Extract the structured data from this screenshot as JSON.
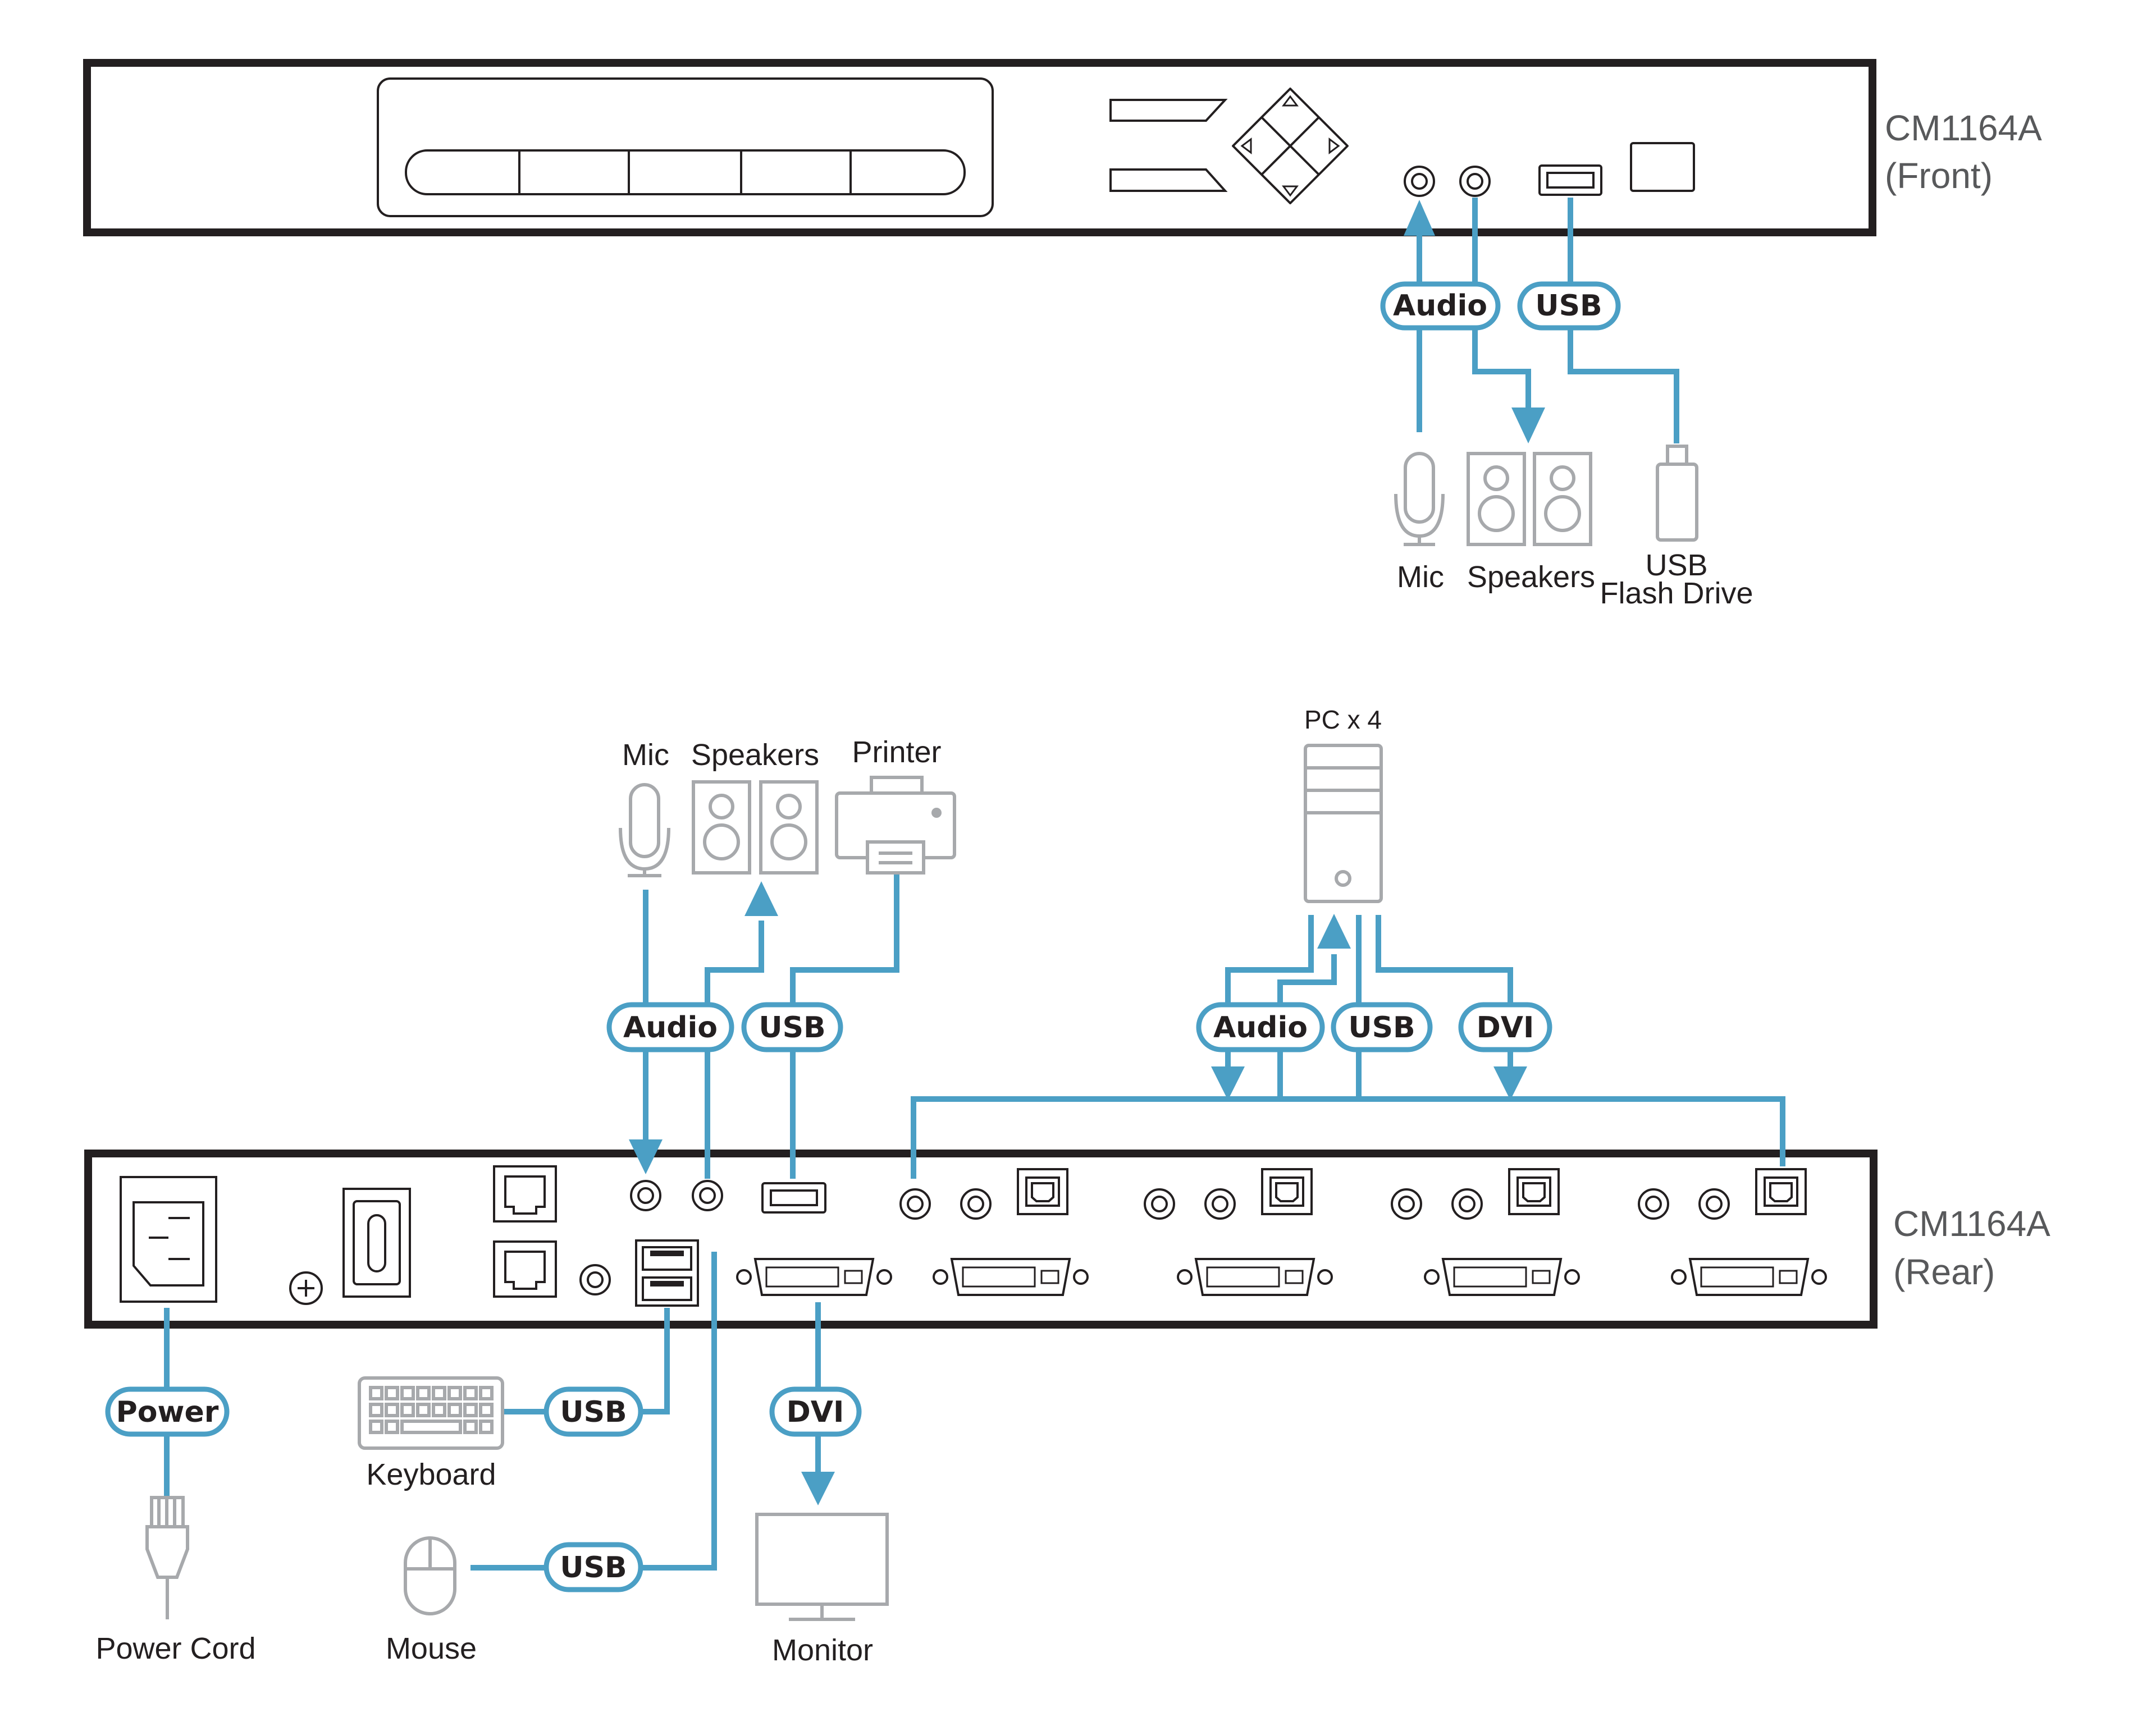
{
  "front_unit": {
    "model": "CM1164A",
    "view": "(Front)"
  },
  "rear_unit": {
    "model": "CM1164A",
    "view": "(Rear)"
  },
  "front_devices": {
    "mic": "Mic",
    "speakers": "Speakers",
    "flash_drive_line1": "USB",
    "flash_drive_line2": "Flash Drive"
  },
  "rear_devices": {
    "mic": "Mic",
    "speakers": "Speakers",
    "printer": "Printer",
    "pc": "PC x 4",
    "keyboard": "Keyboard",
    "mouse": "Mouse",
    "monitor": "Monitor",
    "power_cord": "Power Cord"
  },
  "cables": {
    "front_audio": "Audio",
    "front_usb": "USB",
    "rear_audio": "Audio",
    "rear_usb": "USB",
    "pc_audio": "Audio",
    "pc_usb": "USB",
    "pc_dvi": "DVI",
    "power": "Power",
    "keyboard_usb": "USB",
    "mouse_usb": "USB",
    "monitor_dvi": "DVI"
  },
  "colors": {
    "cable": "#4b9fc5",
    "outline": "#231f20",
    "device": "#a7a9ac",
    "unit_label": "#58595b"
  }
}
